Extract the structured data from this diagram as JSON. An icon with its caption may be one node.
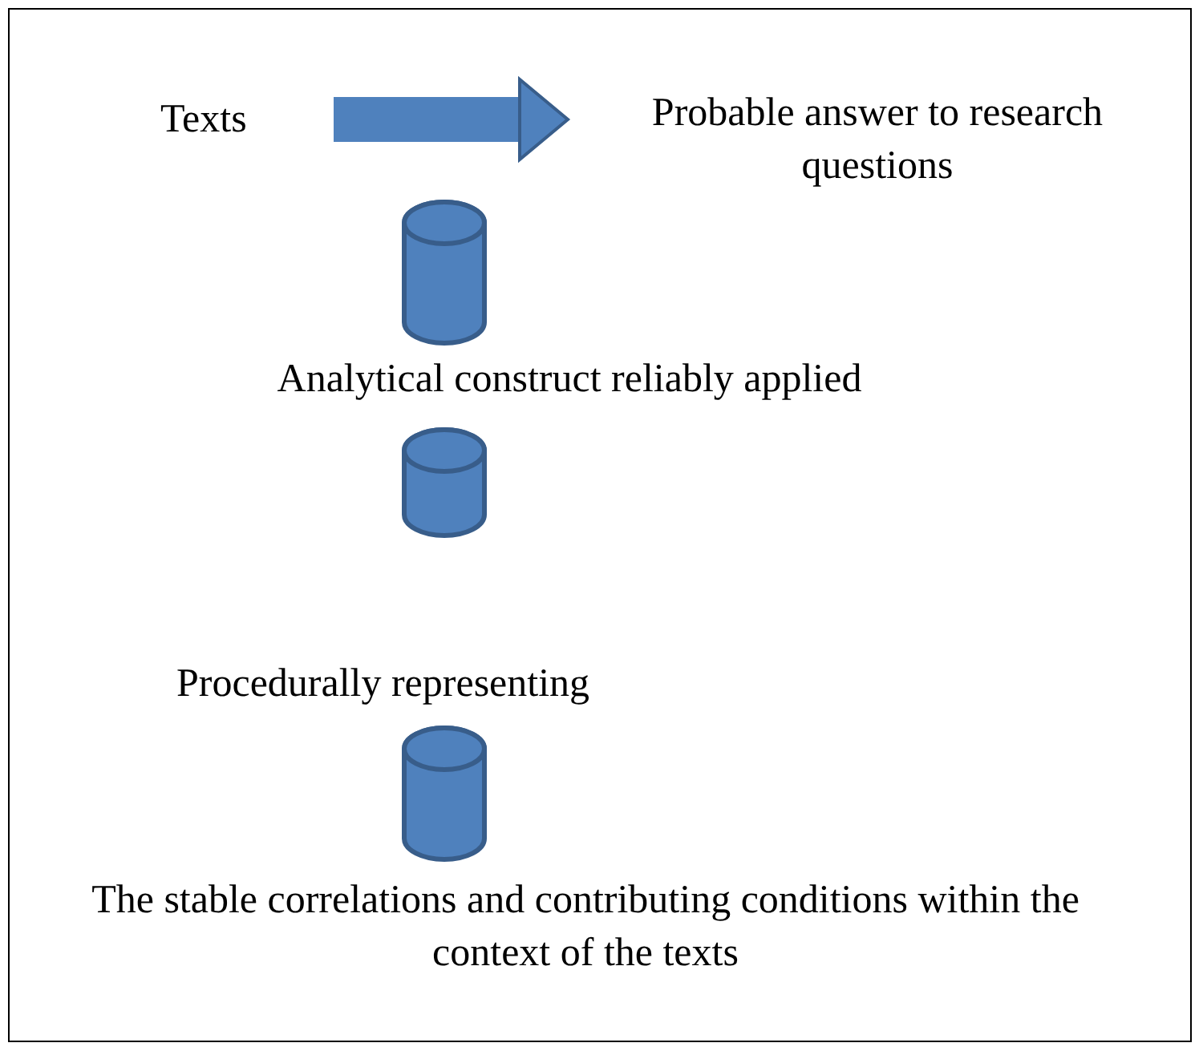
{
  "diagram": {
    "nodes": [
      {
        "text": [
          "Texts"
        ]
      },
      {
        "text": [
          "Probable answer to research questions"
        ]
      },
      {
        "text": [],
        "shape": "cylinder"
      },
      {
        "text": [
          "Analytical construct reliably applied"
        ]
      },
      {
        "text": [],
        "shape": "cylinder"
      },
      {
        "text": [
          "Procedurally representing"
        ]
      },
      {
        "text": [],
        "shape": "cylinder"
      },
      {
        "text": [
          "The stable correlations and contributing conditions within the context of the texts"
        ]
      }
    ],
    "edges": [
      {
        "from": 0,
        "to": 1,
        "arrow": "to",
        "color": "#4f81bd"
      }
    ]
  }
}
